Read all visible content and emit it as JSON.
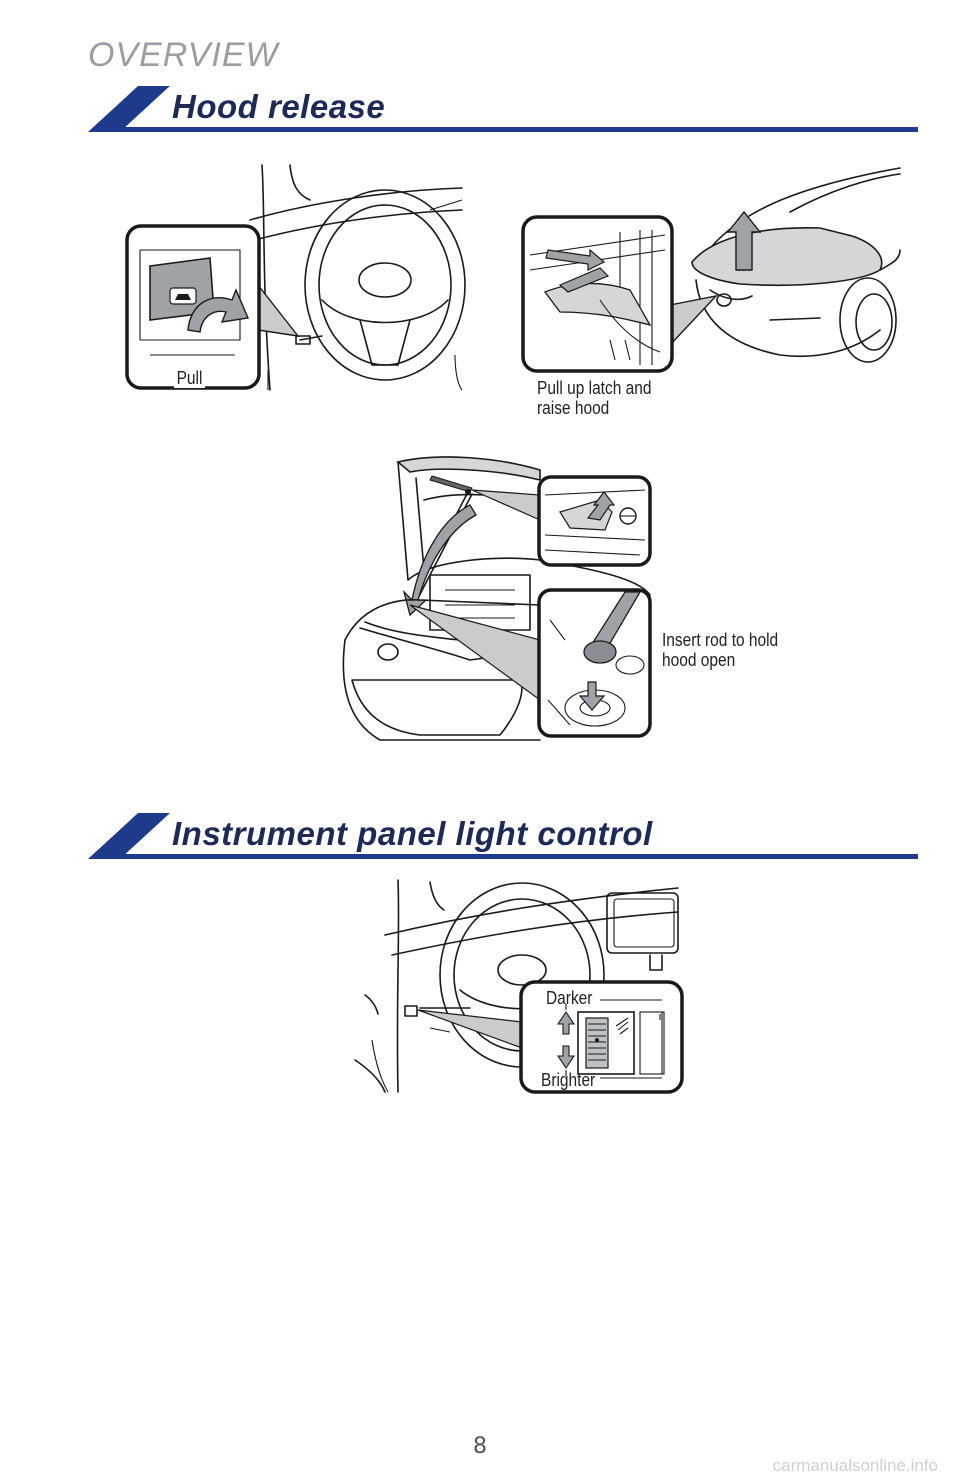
{
  "header": {
    "section_label": "OVERVIEW"
  },
  "sections": [
    {
      "title": "Hood release"
    },
    {
      "title": "Instrument panel light control"
    }
  ],
  "hood_release": {
    "pull_label": "Pull",
    "latch_callout": "Pull up latch and\nraise hood",
    "rod_callout": "Insert rod to hold\nhood open"
  },
  "panel_light": {
    "darker_label": "Darker",
    "brighter_label": "Brighter"
  },
  "footer": {
    "page_number": "8",
    "watermark": "carmanualsonline.info"
  },
  "colors": {
    "header_navy": "#1d2a55",
    "band_blue": "#1e3a8a",
    "overview_gray": "#9a9ea3",
    "callout_gray": "#c9cbcd"
  },
  "icons": [
    "hood-release-lever-icon",
    "panel-dimmer-dial-icon"
  ]
}
